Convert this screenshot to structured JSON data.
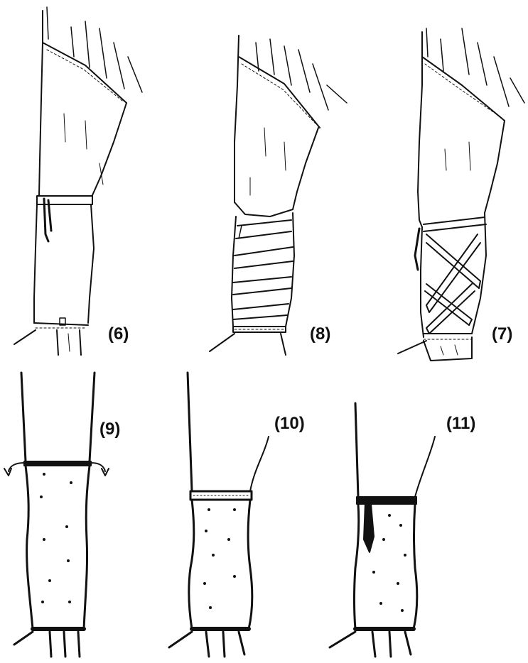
{
  "figures": [
    {
      "id": "fig-6",
      "label": "(6)"
    },
    {
      "id": "fig-8",
      "label": "(8)"
    },
    {
      "id": "fig-7",
      "label": "(7)"
    },
    {
      "id": "fig-9",
      "label": "(9)"
    },
    {
      "id": "fig-10",
      "label": "(10)"
    },
    {
      "id": "fig-11",
      "label": "(11)"
    }
  ],
  "colors": {
    "ink": "#111111",
    "paper": "#ffffff"
  }
}
